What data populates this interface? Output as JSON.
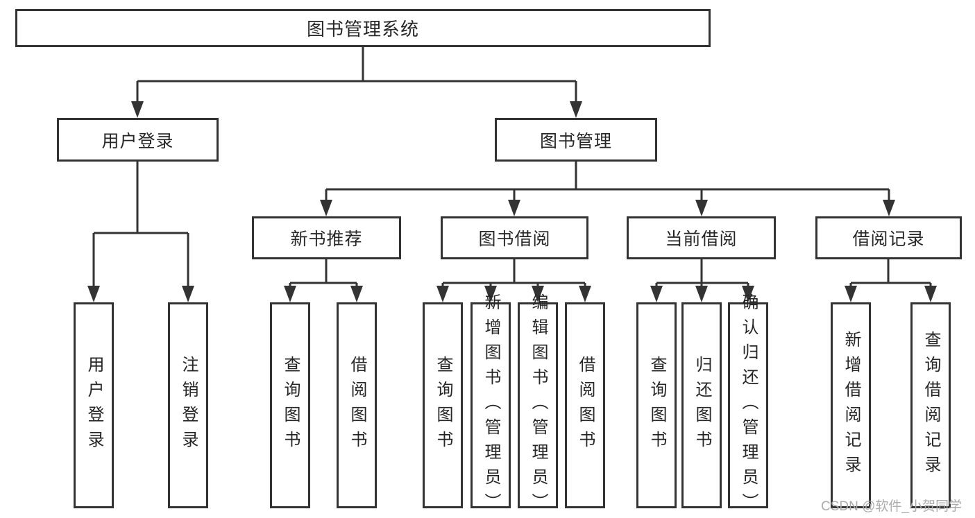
{
  "diagram_title": "图书管理系统",
  "tree": {
    "label": "图书管理系统",
    "children": [
      {
        "label": "用户登录",
        "children": [
          {
            "label": "用户登录"
          },
          {
            "label": "注销登录"
          }
        ]
      },
      {
        "label": "图书管理",
        "children": [
          {
            "label": "新书推荐",
            "children": [
              {
                "label": "查询图书"
              },
              {
                "label": "借阅图书"
              }
            ]
          },
          {
            "label": "图书借阅",
            "children": [
              {
                "label": "查询图书"
              },
              {
                "label": "新增图书（管理员）"
              },
              {
                "label": "编辑图书（管理员）"
              },
              {
                "label": "借阅图书"
              }
            ]
          },
          {
            "label": "当前借阅",
            "children": [
              {
                "label": "查询图书"
              },
              {
                "label": "归还图书"
              },
              {
                "label": "确认归还（管理员）"
              }
            ]
          },
          {
            "label": "借阅记录",
            "children": [
              {
                "label": "新增借阅记录"
              },
              {
                "label": "查询借阅记录"
              }
            ]
          }
        ]
      }
    ]
  },
  "watermark": {
    "text": "CSDN @软件_小贺同学"
  },
  "colors": {
    "line": "#333333",
    "box_border": "#333333",
    "text": "#262626",
    "watermark": "#ababab",
    "background": "#ffffff"
  }
}
